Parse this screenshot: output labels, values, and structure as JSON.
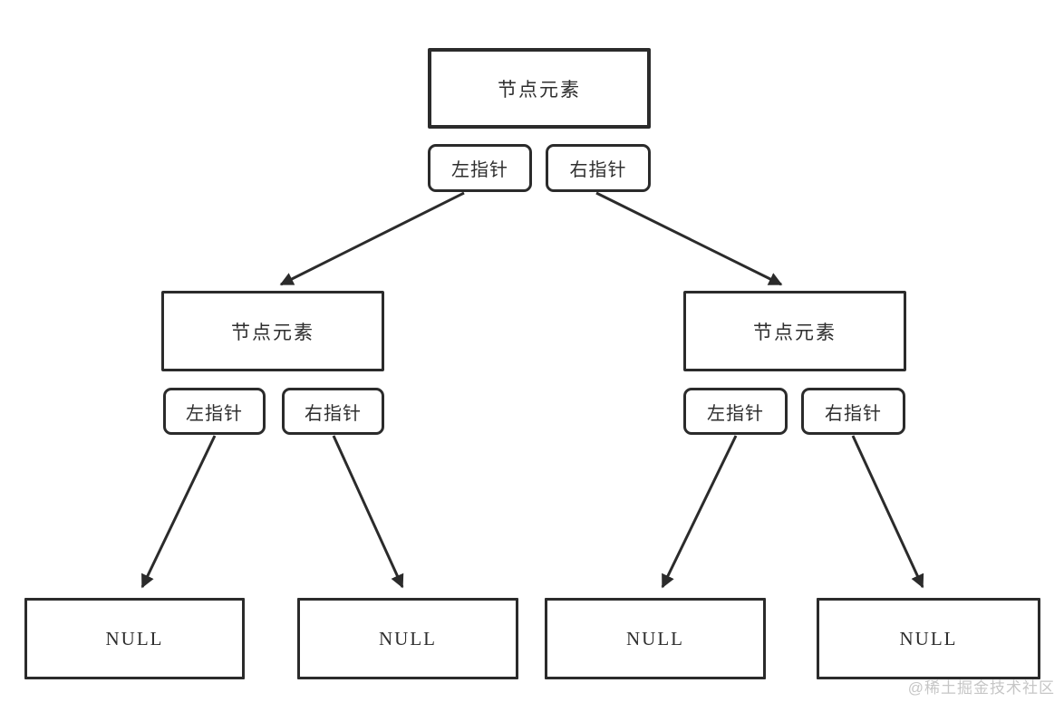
{
  "diagram": {
    "background": "#ffffff",
    "stroke_color": "#2b2b2b",
    "text_color": "#2e2e2e",
    "nodes": {
      "root": {
        "label": "节点元素",
        "left_pointer": "左指针",
        "right_pointer": "右指针"
      },
      "left": {
        "label": "节点元素",
        "left_pointer": "左指针",
        "right_pointer": "右指针"
      },
      "right": {
        "label": "节点元素",
        "left_pointer": "左指针",
        "right_pointer": "右指针"
      }
    },
    "leaves": {
      "null1": "NULL",
      "null2": "NULL",
      "null3": "NULL",
      "null4": "NULL"
    },
    "watermark": {
      "text": "@稀土掘金技术社区",
      "color": "#c6c6c6"
    }
  }
}
